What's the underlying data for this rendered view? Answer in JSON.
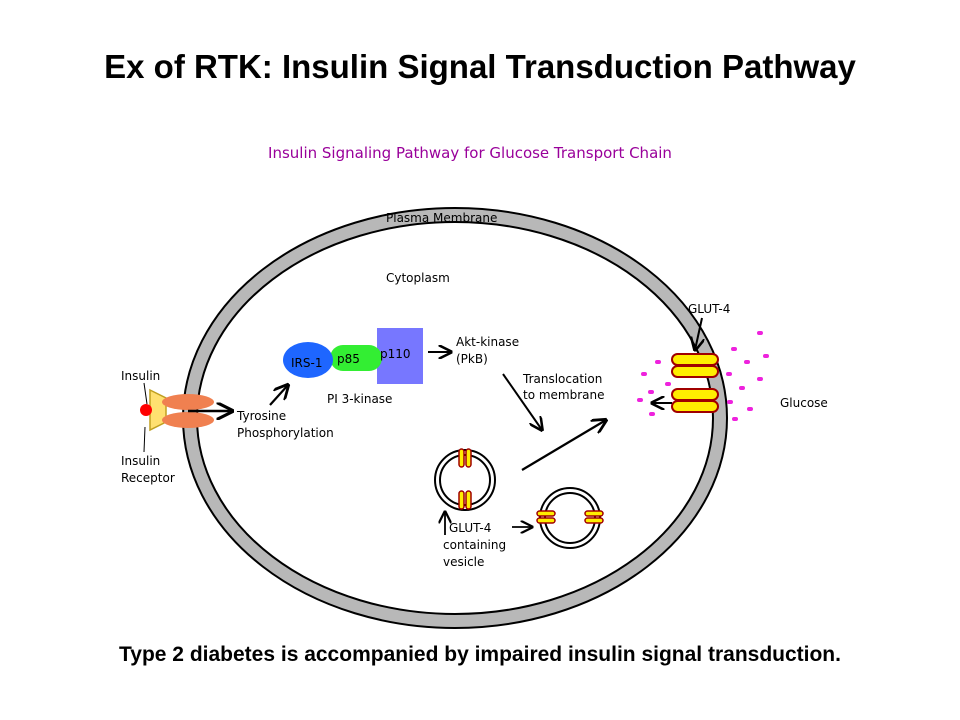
{
  "slide": {
    "title": "Ex of RTK:  Insulin Signal Transduction Pathway",
    "caption": "Type 2 diabetes is accompanied by impaired insulin signal transduction."
  },
  "diagram": {
    "title": "Insulin Signaling Pathway for Glucose Transport Chain",
    "labels": {
      "plasma_membrane": "Plasma Membrane",
      "cytoplasm": "Cytoplasm",
      "insulin": "Insulin",
      "insulin_receptor_1": "Insulin",
      "insulin_receptor_2": "Receptor",
      "tyrosine_1": "Tyrosine",
      "tyrosine_2": "Phosphorylation",
      "irs1": "IRS-1",
      "p85": "p85",
      "p110": "p110",
      "pi3k": "PI 3-kinase",
      "akt_1": "Akt-kinase",
      "akt_2": "(PkB)",
      "translocation_1": "Translocation",
      "translocation_2": "to membrane",
      "glut4_membrane": "GLUT-4",
      "glucose": "Glucose",
      "glut4_vesicle_1": "GLUT-4",
      "glut4_vesicle_2": "containing",
      "glut4_vesicle_3": "vesicle"
    },
    "colors": {
      "title": "#99009a",
      "membrane": "#b8b8b8",
      "irs1": "#1e66ff",
      "p85": "#33ee33",
      "p110": "#7777ff",
      "receptor": "#f08050",
      "insulin_dot": "#ff0000",
      "glut": "#ffee00",
      "glut_outline": "#a00000",
      "glucose": "#ee22dd"
    }
  }
}
